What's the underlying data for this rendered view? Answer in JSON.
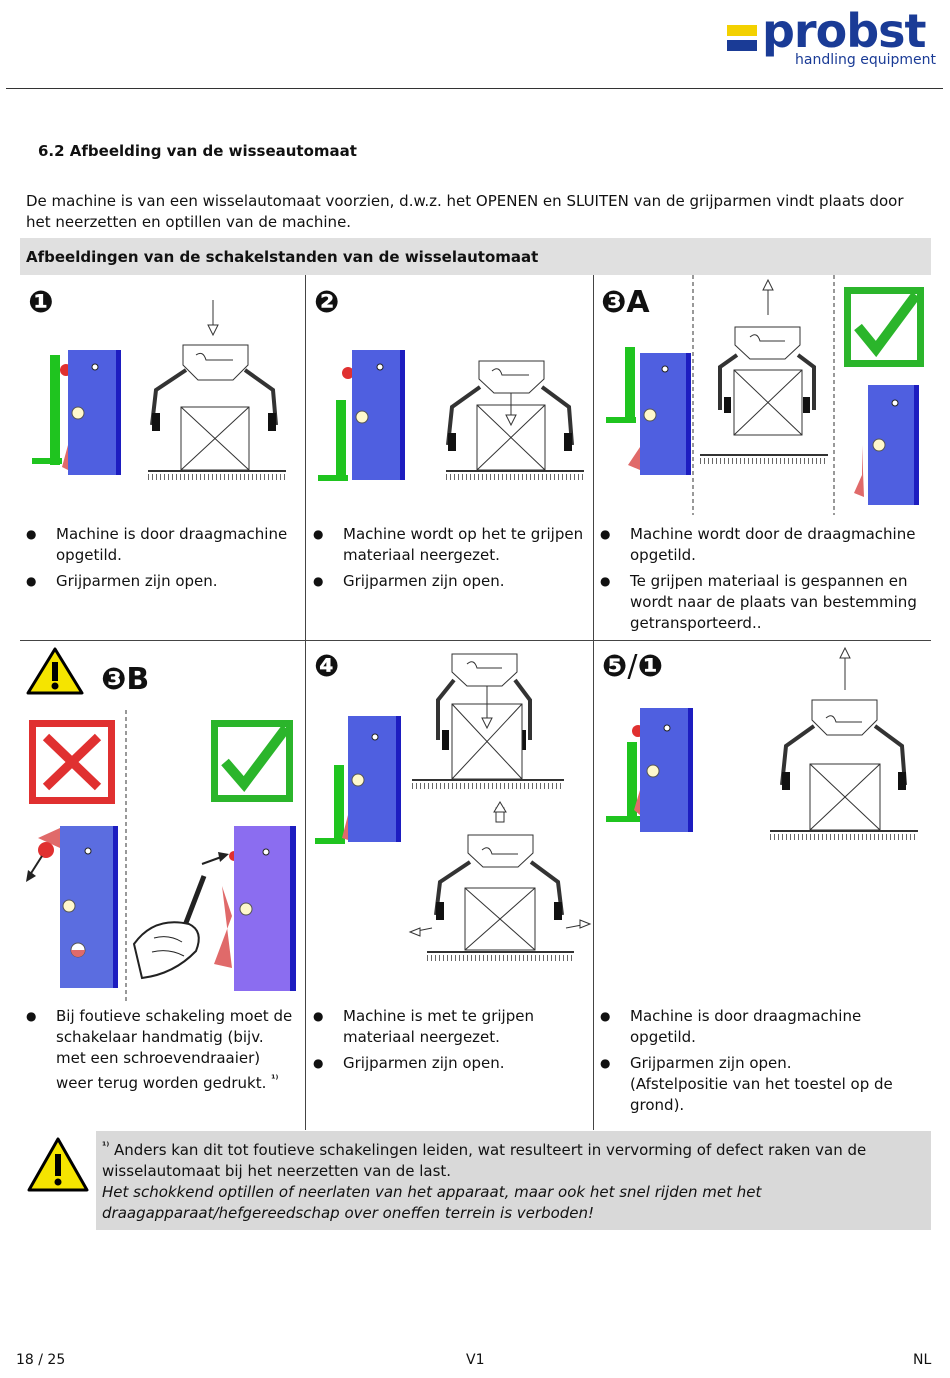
{
  "header": {
    "logo_name": "probst",
    "logo_sub": "handling equipment"
  },
  "section": {
    "heading": "6.2 Afbeelding van de wisseautomaat",
    "intro": "De machine is van een wisselautomaat voorzien, d.w.z. het OPENEN en SLUITEN van de grijparmen vindt plaats door het neerzetten en optillen van de machine.",
    "band_title": "Afbeeldingen van de schakelstanden van de wisselautomaat"
  },
  "cells": {
    "c1": {
      "step": "❶",
      "b1": "Machine is door draagmachine opgetild.",
      "b2": "Grijparmen zijn open."
    },
    "c2": {
      "step": "❷",
      "b1": "Machine wordt op het te grijpen materiaal neergezet.",
      "b2": "Grijparmen zijn open."
    },
    "c3": {
      "step": "❸",
      "suffix": "A",
      "b1": "Machine wordt door de draagmachine opgetild.",
      "b2": "Te grijpen materiaal is gespannen en wordt naar de plaats van bestemming getransporteerd.."
    },
    "c4": {
      "step": "❸",
      "suffix": "B",
      "b1": "Bij foutieve schakeling moet de schakelaar handmatig (bijv. met een schroevendraaier) weer terug worden gedrukt.",
      "footnote_mark": "¹⁾"
    },
    "c5": {
      "step": "❹",
      "b1": "Machine is  met te grijpen materiaal neergezet.",
      "b2": "Grijparmen zijn open."
    },
    "c6": {
      "step": "❺",
      "slash": "/",
      "step2": "❶",
      "b1": "Machine is door draagmachine opgetild.",
      "b2": "Grijparmen zijn open.",
      "b3": "(Afstelpositie van het toestel op de grond)."
    }
  },
  "note": {
    "mark": "¹⁾",
    "text": " Anders kan dit tot foutieve schakelingen leiden, wat resulteert in vervorming of defect raken van de wisselautomaat bij het neerzetten van de last.",
    "italic": "Het schokkend optillen of neerlaten van het apparaat, maar ook het snel rijden met het draagapparaat/hefgereedschap over oneffen terrein is verboden!"
  },
  "footer": {
    "page": "18 / 25",
    "version": "V1",
    "lang": "NL"
  },
  "colors": {
    "brand_blue": "#1a3b96",
    "brand_yellow": "#f3d100",
    "device_blue": "#4f5fe0",
    "green": "#1fc41f",
    "red": "#e04040",
    "check_green": "#2bb52b",
    "band_grey": "#e0e0e0"
  }
}
